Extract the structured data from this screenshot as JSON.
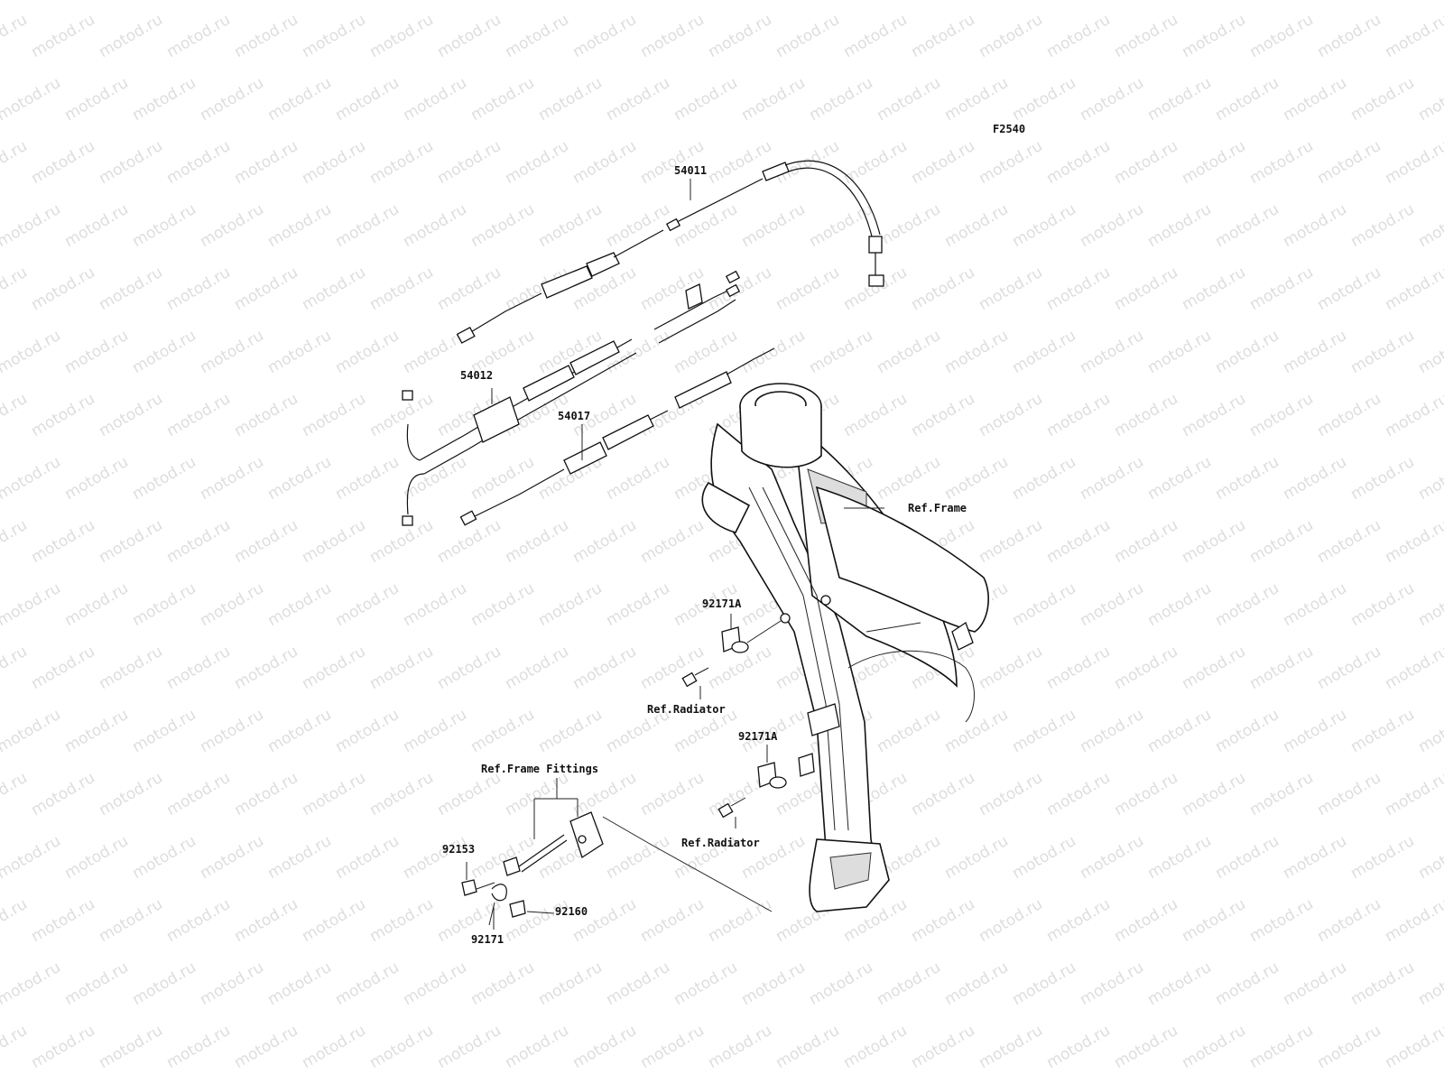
{
  "diagram_code": "F2540",
  "watermark": "motod.ru",
  "parts": {
    "throttle_cable_a": "54011",
    "throttle_cable_b": "54012",
    "choke_cable": "54017",
    "clamp_upper": "92171A",
    "clamp_lower": "92171A",
    "bolt_flange": "92153",
    "nut": "92160",
    "clamp_small": "92171"
  },
  "references": {
    "frame": "Ref.Frame",
    "radiator_upper": "Ref.Radiator",
    "radiator_lower": "Ref.Radiator",
    "frame_fittings": "Ref.Frame Fittings"
  }
}
